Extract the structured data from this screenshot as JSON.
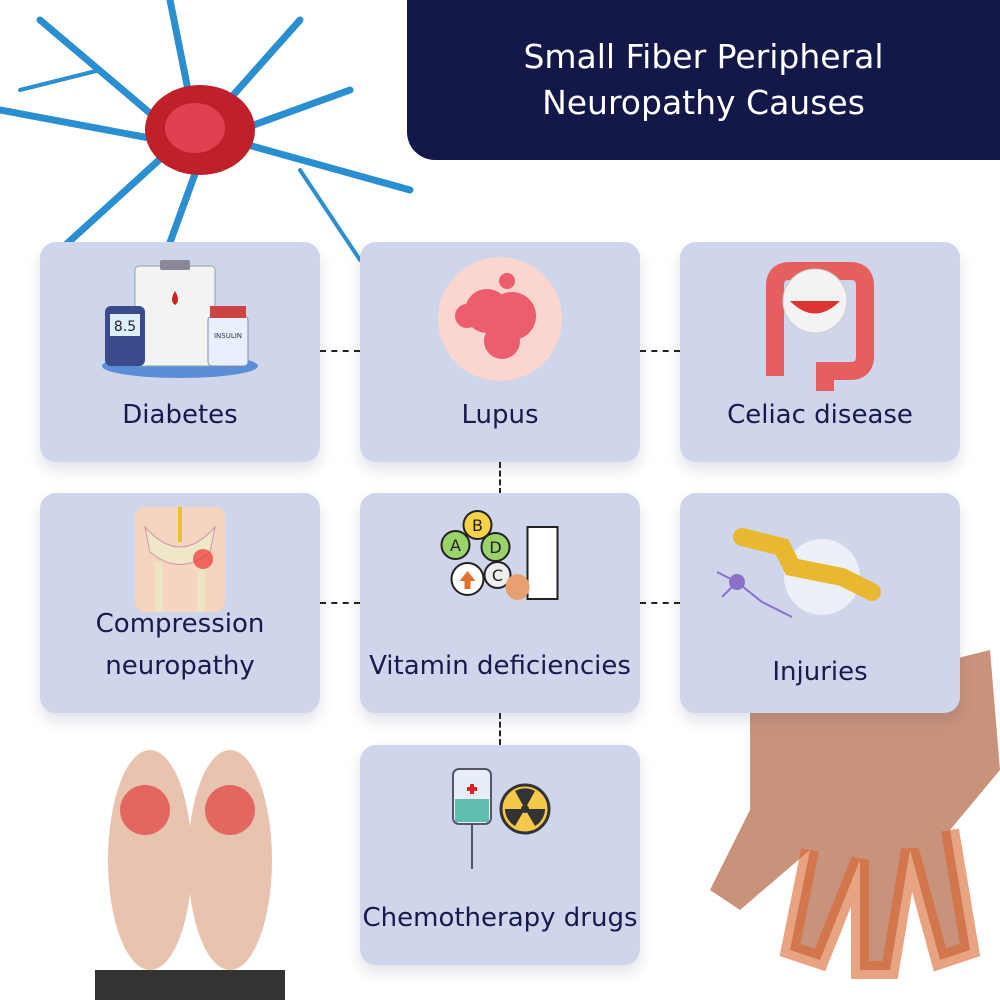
{
  "title": "Small Fiber Peripheral Neuropathy Causes",
  "causes": [
    {
      "label": "Diabetes",
      "icon": "diabetes-icon",
      "meter_reading": "8.5",
      "bottle_label": "INSULIN"
    },
    {
      "label": "Lupus",
      "icon": "lupus-icon"
    },
    {
      "label": "Celiac disease",
      "icon": "intestine-icon"
    },
    {
      "label": "Compression neuropathy",
      "icon": "pelvis-icon"
    },
    {
      "label": "Vitamin deficiencies",
      "icon": "vitamins-icon",
      "vitamin_letters": [
        "A",
        "B",
        "D",
        "C"
      ]
    },
    {
      "label": "Injuries",
      "icon": "nerve-injury-icon"
    },
    {
      "label": "Chemotherapy drugs",
      "icon": "chemotherapy-icon"
    }
  ],
  "colors": {
    "title_bg": "#131848",
    "card_bg": "#cfd5ea",
    "text": "#161b4c"
  }
}
